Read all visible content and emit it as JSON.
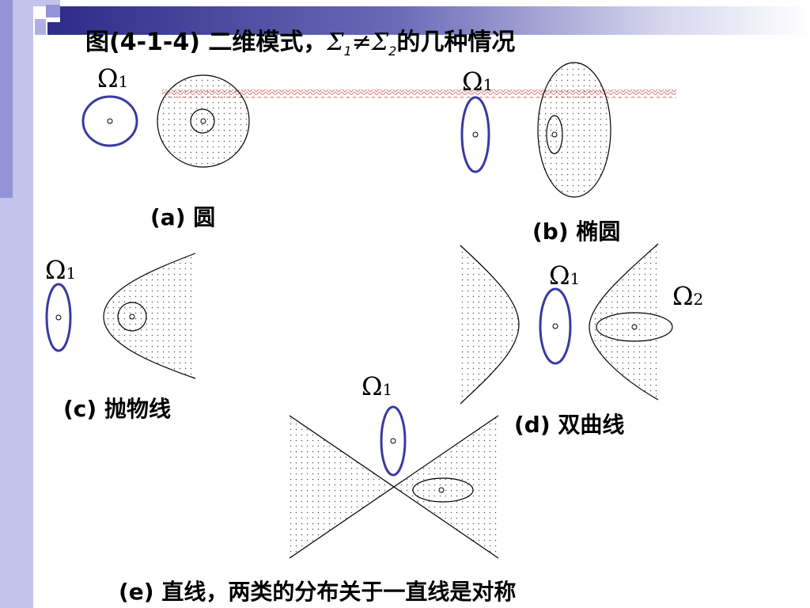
{
  "title": {
    "prefix": "图(4-1-4) 二维模式，",
    "sigma_symbol": "Σ",
    "sigma_1_sub": "1",
    "neq": "≠",
    "sigma_2_sub": "2",
    "suffix": "的几种情况"
  },
  "region_labels": {
    "omega_symbol": "Ω",
    "sub_1": "1",
    "sub_2": "2"
  },
  "panels": {
    "a": {
      "caption": "(a) 圆"
    },
    "b": {
      "caption": "(b) 椭圆"
    },
    "c": {
      "caption": "(c) 抛物线"
    },
    "d": {
      "caption": "(d) 双曲线"
    },
    "e": {
      "caption": "(e) 直线，两类的分布关于一直线是对称"
    }
  },
  "colors": {
    "class1_outline": "#3a3aa0",
    "stipple": "#555555",
    "line": "#000000",
    "boundary_wave": "#e08080",
    "left_bar": "#c3c3eb",
    "top_bar_dark": "#2e2e8a"
  }
}
